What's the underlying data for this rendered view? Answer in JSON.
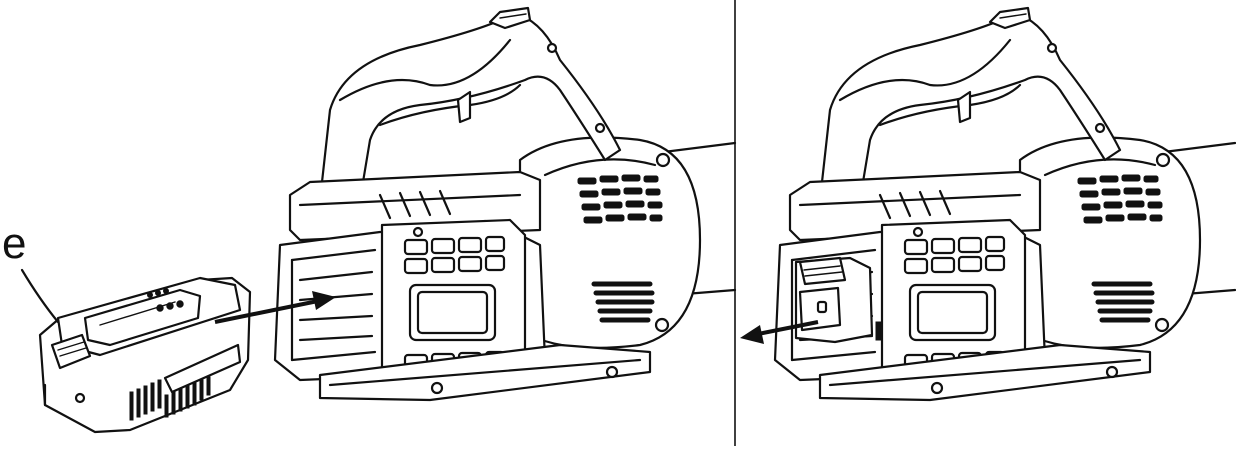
{
  "figure": {
    "panels": [
      {
        "id": "insert",
        "step": "insert-battery",
        "arrow": "right"
      },
      {
        "id": "remove",
        "step": "remove-battery",
        "arrow": "left"
      }
    ],
    "callouts": [
      {
        "label": "e",
        "target": "battery-pack"
      }
    ],
    "colors": {
      "line": "#111111",
      "background": "#ffffff"
    }
  }
}
